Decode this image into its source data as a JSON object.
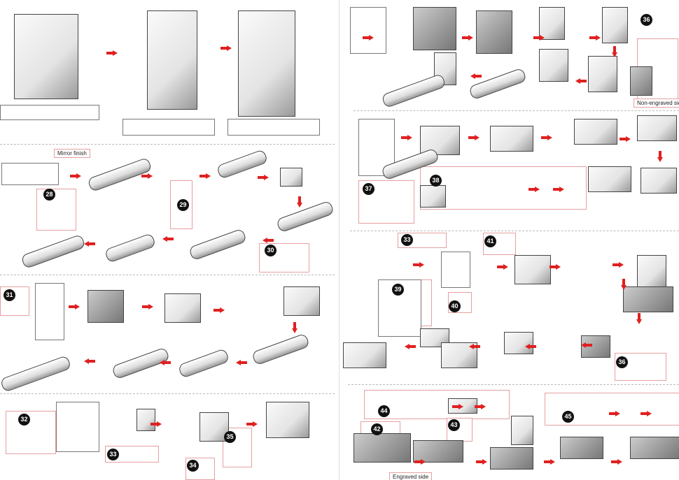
{
  "labels": {
    "mirror": "Mirror finish",
    "non_engraved": "Non-engraved side",
    "engraved": "Engraved side"
  },
  "steps": [
    "28",
    "29",
    "30",
    "31",
    "32",
    "33",
    "34",
    "35",
    "36",
    "37",
    "38",
    "33",
    "39",
    "40",
    "41",
    "36",
    "44",
    "42",
    "43",
    "45"
  ],
  "colors": {
    "arrow": "#e02020",
    "callout": "#e6a0a0",
    "marker_blue": "#1a9bd8"
  }
}
